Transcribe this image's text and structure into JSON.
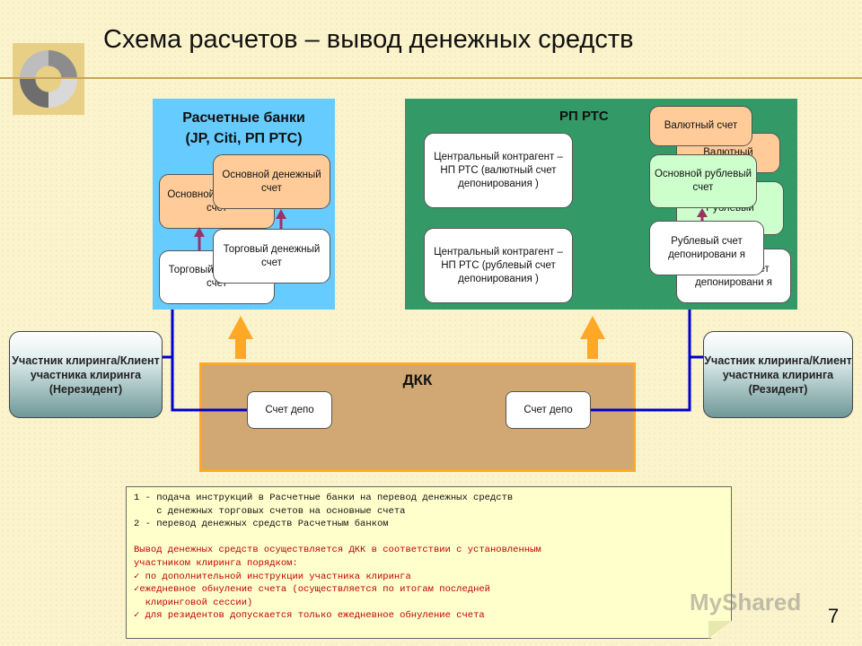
{
  "title": "Схема расчетов – вывод денежных средств",
  "banks": {
    "title_line1": "Расчетные банки",
    "title_line2": "(JP, Citi, РП РТС)",
    "main_back": "Основной денежный счет",
    "trade_back": "Торговый денежный счет",
    "main_front": "Основной денежный счет",
    "trade_front": "Торговый денежный счет"
  },
  "rts": {
    "title": "РП РТС",
    "cc_currency": "Центральный контрагент – НП РТС (валютный счет депонирования )",
    "cc_ruble": "Центральный контрагент – НП РТС (рублевый счет депонирования )",
    "currency_back": "Валютный",
    "currency_front": "Валютный счет",
    "main_ruble_back": "Рублевый",
    "main_ruble_front": "Основной рублевый счет",
    "deposit_back": "Рублевый счет депонировани я",
    "deposit_front": "Рублевый счет депонировани я"
  },
  "dkk": {
    "title": "ДКК",
    "depo_left": "Счет депо",
    "depo_right": "Счет депо"
  },
  "participants": {
    "nonresident": "Участник клиринга/Клиент участника клиринга (Нерезидент)",
    "resident": "Участник клиринга/Клиент участника клиринга (Резидент)"
  },
  "note": {
    "line1": "1 - подача инструкций в Расчетные банки на перевод денежных средств",
    "line2": "    с денежных торговых счетов на основные счета",
    "line3": "2 - перевод денежных средств Расчетным банком",
    "line4": "Вывод денежных средств осуществляется ДКК в соответствии с установленным",
    "line5": "участником клиринга порядком:",
    "line6": "✓ по дополнительной инструкции участника клиринга",
    "line7": "✓ежедневное обнуление счета (осуществляется по итогам последней",
    "line8": "  клиринговой сессии)",
    "line9": "✓ для резидентов допускается только ежедневное обнуление счета"
  },
  "watermark": "MyShared",
  "page_number": "7",
  "colors": {
    "banks_panel": "#66ccff",
    "rts_panel": "#339966",
    "dkk": "#d1a874",
    "orange_account": "#ffcc99",
    "green_account": "#ccffcc",
    "arrow_orange": "#ffa726",
    "line_blue": "#0000cc",
    "arrow_purple": "#993366"
  }
}
